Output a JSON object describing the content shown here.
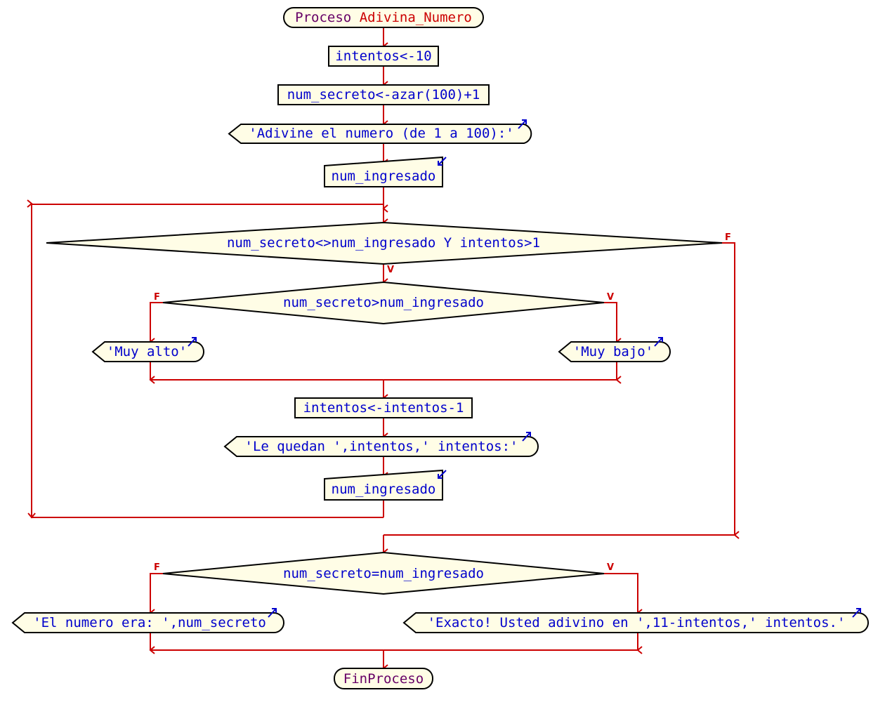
{
  "process": {
    "keyword": "Proceso",
    "name": "Adivina_Numero",
    "end": "FinProceso"
  },
  "steps": {
    "assign_intentos": "intentos<-10",
    "assign_secreto": "num_secreto<-azar(100)+1",
    "output_prompt": "'Adivine el numero (de 1 a 100):'",
    "input_1": "num_ingresado",
    "loop_condition": "num_secreto<>num_ingresado Y intentos>1",
    "if_condition": "num_secreto>num_ingresado",
    "output_alto": "'Muy alto'",
    "output_bajo": "'Muy bajo'",
    "decrement": "intentos<-intentos-1",
    "output_quedan": "'Le quedan ',intentos,' intentos:'",
    "input_2": "num_ingresado",
    "final_condition": "num_secreto=num_ingresado",
    "output_era": "'El numero era: ',num_secreto",
    "output_exacto": "'Exacto! Usted adivino en ',11-intentos,' intentos.'"
  },
  "labels": {
    "true": "V",
    "false": "F"
  },
  "colors": {
    "fill": "#fffde6",
    "flow": "#cc0000",
    "text": "#0000cc",
    "keyword": "#660066"
  }
}
